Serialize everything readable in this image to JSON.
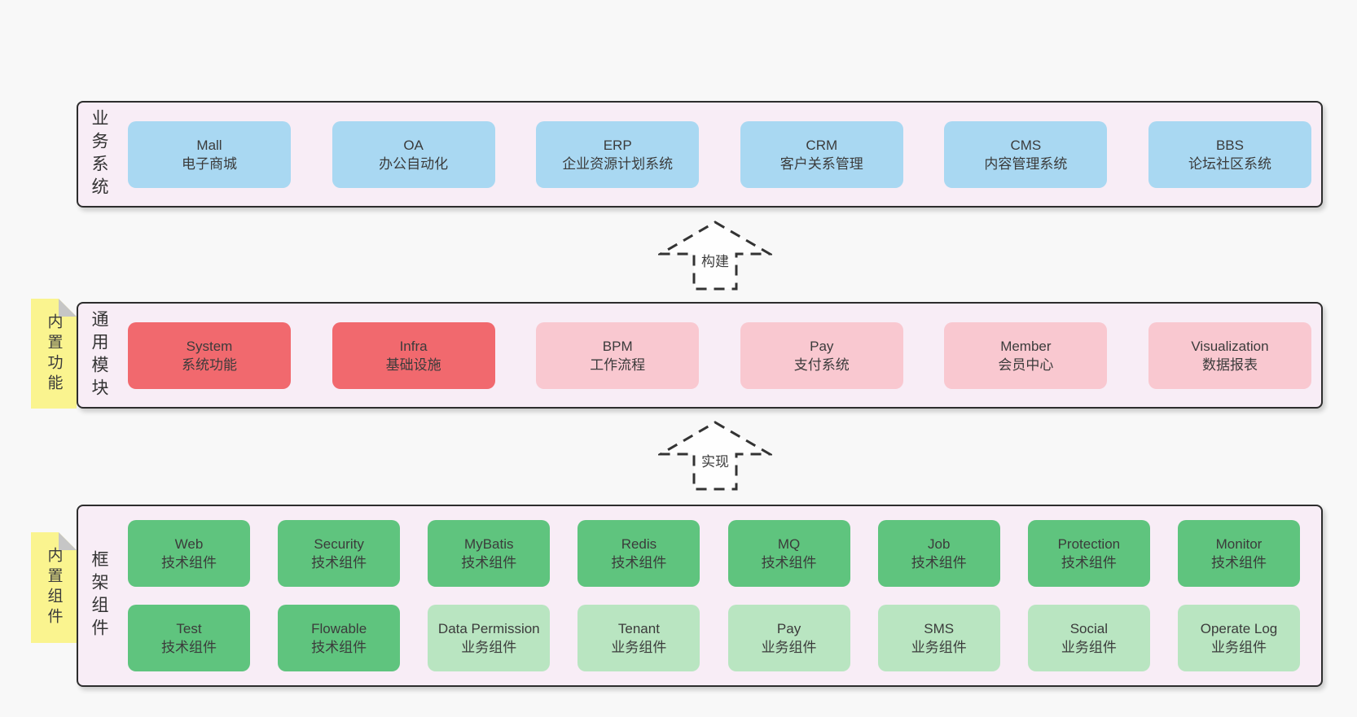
{
  "diagram_title": "layered-architecture",
  "colors": {
    "page_background": "#f8f8f8",
    "band_background": "#f8edf6",
    "band_border": "#2d2d2d",
    "business_box": "#a9d8f2",
    "core_module_box": "#f1696e",
    "optional_module_box": "#f9c8d0",
    "tech_component_box": "#5fc47e",
    "biz_component_box": "#b9e5c1",
    "sticky_note": "#faf48f",
    "sticky_fold": "#c6c6c6",
    "text": "#3b3b3b"
  },
  "bands": [
    {
      "label": "业务系统",
      "rows": [
        [
          {
            "en": "Mall",
            "zh": "电子商城"
          },
          {
            "en": "OA",
            "zh": "办公自动化"
          },
          {
            "en": "ERP",
            "zh": "企业资源计划系统"
          },
          {
            "en": "CRM",
            "zh": "客户关系管理"
          },
          {
            "en": "CMS",
            "zh": "内容管理系统"
          },
          {
            "en": "BBS",
            "zh": "论坛社区系统"
          }
        ]
      ]
    },
    {
      "label": "通用模块",
      "sticky": "内置功能",
      "rows": [
        [
          {
            "en": "System",
            "zh": "系统功能"
          },
          {
            "en": "Infra",
            "zh": "基础设施"
          },
          {
            "en": "BPM",
            "zh": "工作流程"
          },
          {
            "en": "Pay",
            "zh": "支付系统"
          },
          {
            "en": "Member",
            "zh": "会员中心"
          },
          {
            "en": "Visualization",
            "zh": "数据报表"
          }
        ]
      ]
    },
    {
      "label": "框架组件",
      "sticky": "内置组件",
      "rows": [
        [
          {
            "en": "Web",
            "zh": "技术组件"
          },
          {
            "en": "Security",
            "zh": "技术组件"
          },
          {
            "en": "MyBatis",
            "zh": "技术组件"
          },
          {
            "en": "Redis",
            "zh": "技术组件"
          },
          {
            "en": "MQ",
            "zh": "技术组件"
          },
          {
            "en": "Job",
            "zh": "技术组件"
          },
          {
            "en": "Protection",
            "zh": "技术组件"
          },
          {
            "en": "Monitor",
            "zh": "技术组件"
          }
        ],
        [
          {
            "en": "Test",
            "zh": "技术组件"
          },
          {
            "en": "Flowable",
            "zh": "技术组件"
          },
          {
            "en": "Data Permission",
            "zh": "业务组件"
          },
          {
            "en": "Tenant",
            "zh": "业务组件"
          },
          {
            "en": "Pay",
            "zh": "业务组件"
          },
          {
            "en": "SMS",
            "zh": "业务组件"
          },
          {
            "en": "Social",
            "zh": "业务组件"
          },
          {
            "en": "Operate Log",
            "zh": "业务组件"
          }
        ]
      ]
    }
  ],
  "arrows": [
    {
      "label": "构建"
    },
    {
      "label": "实现"
    }
  ]
}
